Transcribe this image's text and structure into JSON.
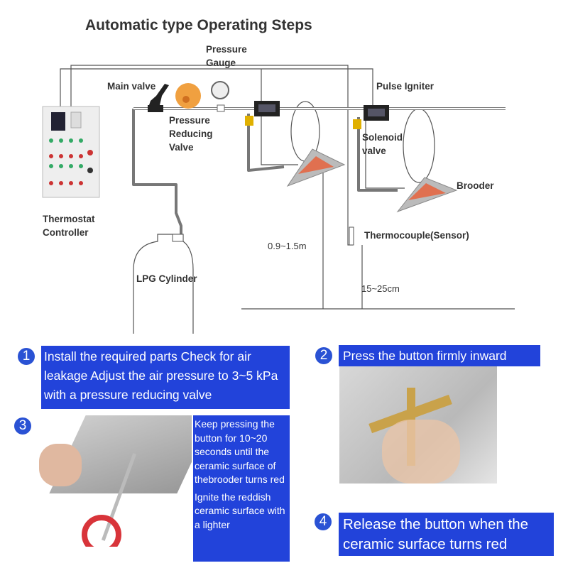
{
  "title": "Automatic type Operating Steps",
  "diagram": {
    "labels": {
      "pressure_gauge_1": "Pressure",
      "pressure_gauge_2": "Gauge",
      "main_valve": "Main valve",
      "pressure_reducing_1": "Pressure",
      "pressure_reducing_2": "Reducing",
      "pressure_reducing_3": "Valve",
      "pulse_igniter": "Pulse Igniter",
      "solenoid_1": "Solenoid",
      "solenoid_2": "valve",
      "brooder": "Brooder",
      "thermostat_1": "Thermostat",
      "thermostat_2": "Controller",
      "thermocouple": "Thermocouple(Sensor)",
      "height": "0.9~1.5m",
      "lpg": "LPG Cylinder",
      "distance": "15~25cm"
    }
  },
  "steps": [
    {
      "number": "1",
      "text": "Install the required parts Check for air leakage Adjust the air pressure to 3~5 kPa with a pressure reducing valve"
    },
    {
      "number": "2",
      "text": "Press the button firmly inward"
    },
    {
      "number": "3",
      "text_a": "Keep pressing the button for 10~20 seconds until the ceramic surface of thebrooder turns red",
      "text_b": "Ignite the reddish ceramic surface with a lighter"
    },
    {
      "number": "4",
      "text": "Release the button when the ceramic surface turns red"
    }
  ],
  "colors": {
    "accent_blue": "#2243da",
    "number_blue": "#2a52d4"
  }
}
